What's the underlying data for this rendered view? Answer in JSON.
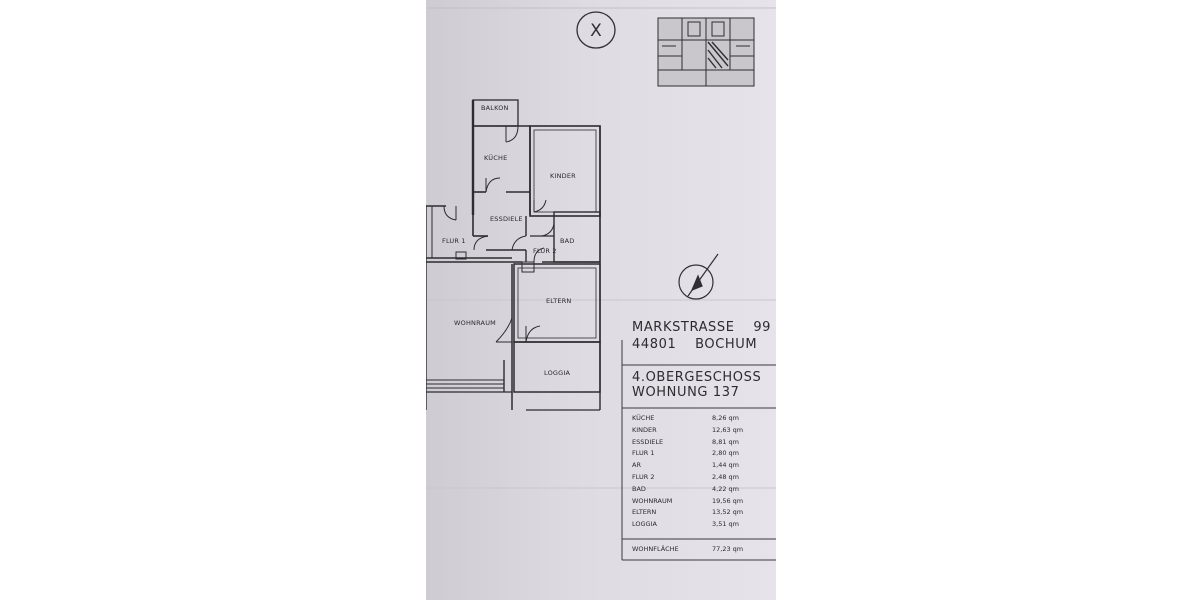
{
  "document": {
    "address_line1_street": "MARKSTRASSE",
    "address_line1_number": "99",
    "address_line2_zip": "44801",
    "address_line2_city": "BOCHUM",
    "floor": "4.OBERGESCHOSS",
    "apartment": "WOHNUNG 137",
    "marker_symbol": "X"
  },
  "rooms": {
    "balkon": "BALKON",
    "kueche": "KÜCHE",
    "kinder": "KINDER",
    "essdiele": "ESSDIELE",
    "flur1": "FLUR 1",
    "flur2": "FLUR 2",
    "bad": "BAD",
    "eltern": "ELTERN",
    "wohnraum": "WOHNRAUM",
    "loggia": "LOGGIA"
  },
  "areas": [
    {
      "name": "KÜCHE",
      "value": "8,26 qm"
    },
    {
      "name": "KINDER",
      "value": "12,63 qm"
    },
    {
      "name": "ESSDIELE",
      "value": "8,81 qm"
    },
    {
      "name": "FLUR 1",
      "value": "2,80 qm"
    },
    {
      "name": "AR",
      "value": "1,44 qm"
    },
    {
      "name": "FLUR 2",
      "value": "2,48 qm"
    },
    {
      "name": "BAD",
      "value": "4,22 qm"
    },
    {
      "name": "WOHNRAUM",
      "value": "19,56 qm"
    },
    {
      "name": "ELTERN",
      "value": "13,52 qm"
    },
    {
      "name": "LOGGIA",
      "value": "3,51 qm"
    }
  ],
  "total": {
    "name": "WOHNFLÄCHE",
    "value": "77,23 qm"
  },
  "colors": {
    "paper": "#dedbe2",
    "ink": "#2a2a2e"
  }
}
